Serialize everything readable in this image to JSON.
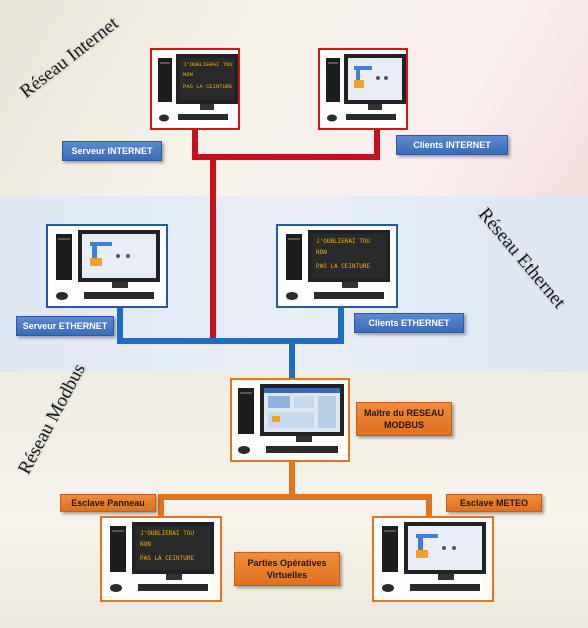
{
  "networks": {
    "internet": "Réseau Internet",
    "ethernet": "Réseau Ethernet",
    "modbus": "Réseau Modbus"
  },
  "labels": {
    "internet_server": "Serveur INTERNET",
    "internet_clients": "Clients INTERNET",
    "ethernet_server": "Serveur ETHERNET",
    "ethernet_clients": "Clients ETHERNET",
    "modbus_master": "Maître du RESEAU MODBUS",
    "slave_panel": "Esclave Panneau",
    "slave_meteo": "Esclave METEO",
    "virtual_parts": "Parties Opératives Virtuelles"
  },
  "sign_text": [
    "J'OUBLIERAI TOU",
    "NON",
    "PAS LA CEINTURE"
  ],
  "colors": {
    "internet": "#c3121c",
    "ethernet": "#1f6dc0",
    "modbus": "#e4741c"
  }
}
